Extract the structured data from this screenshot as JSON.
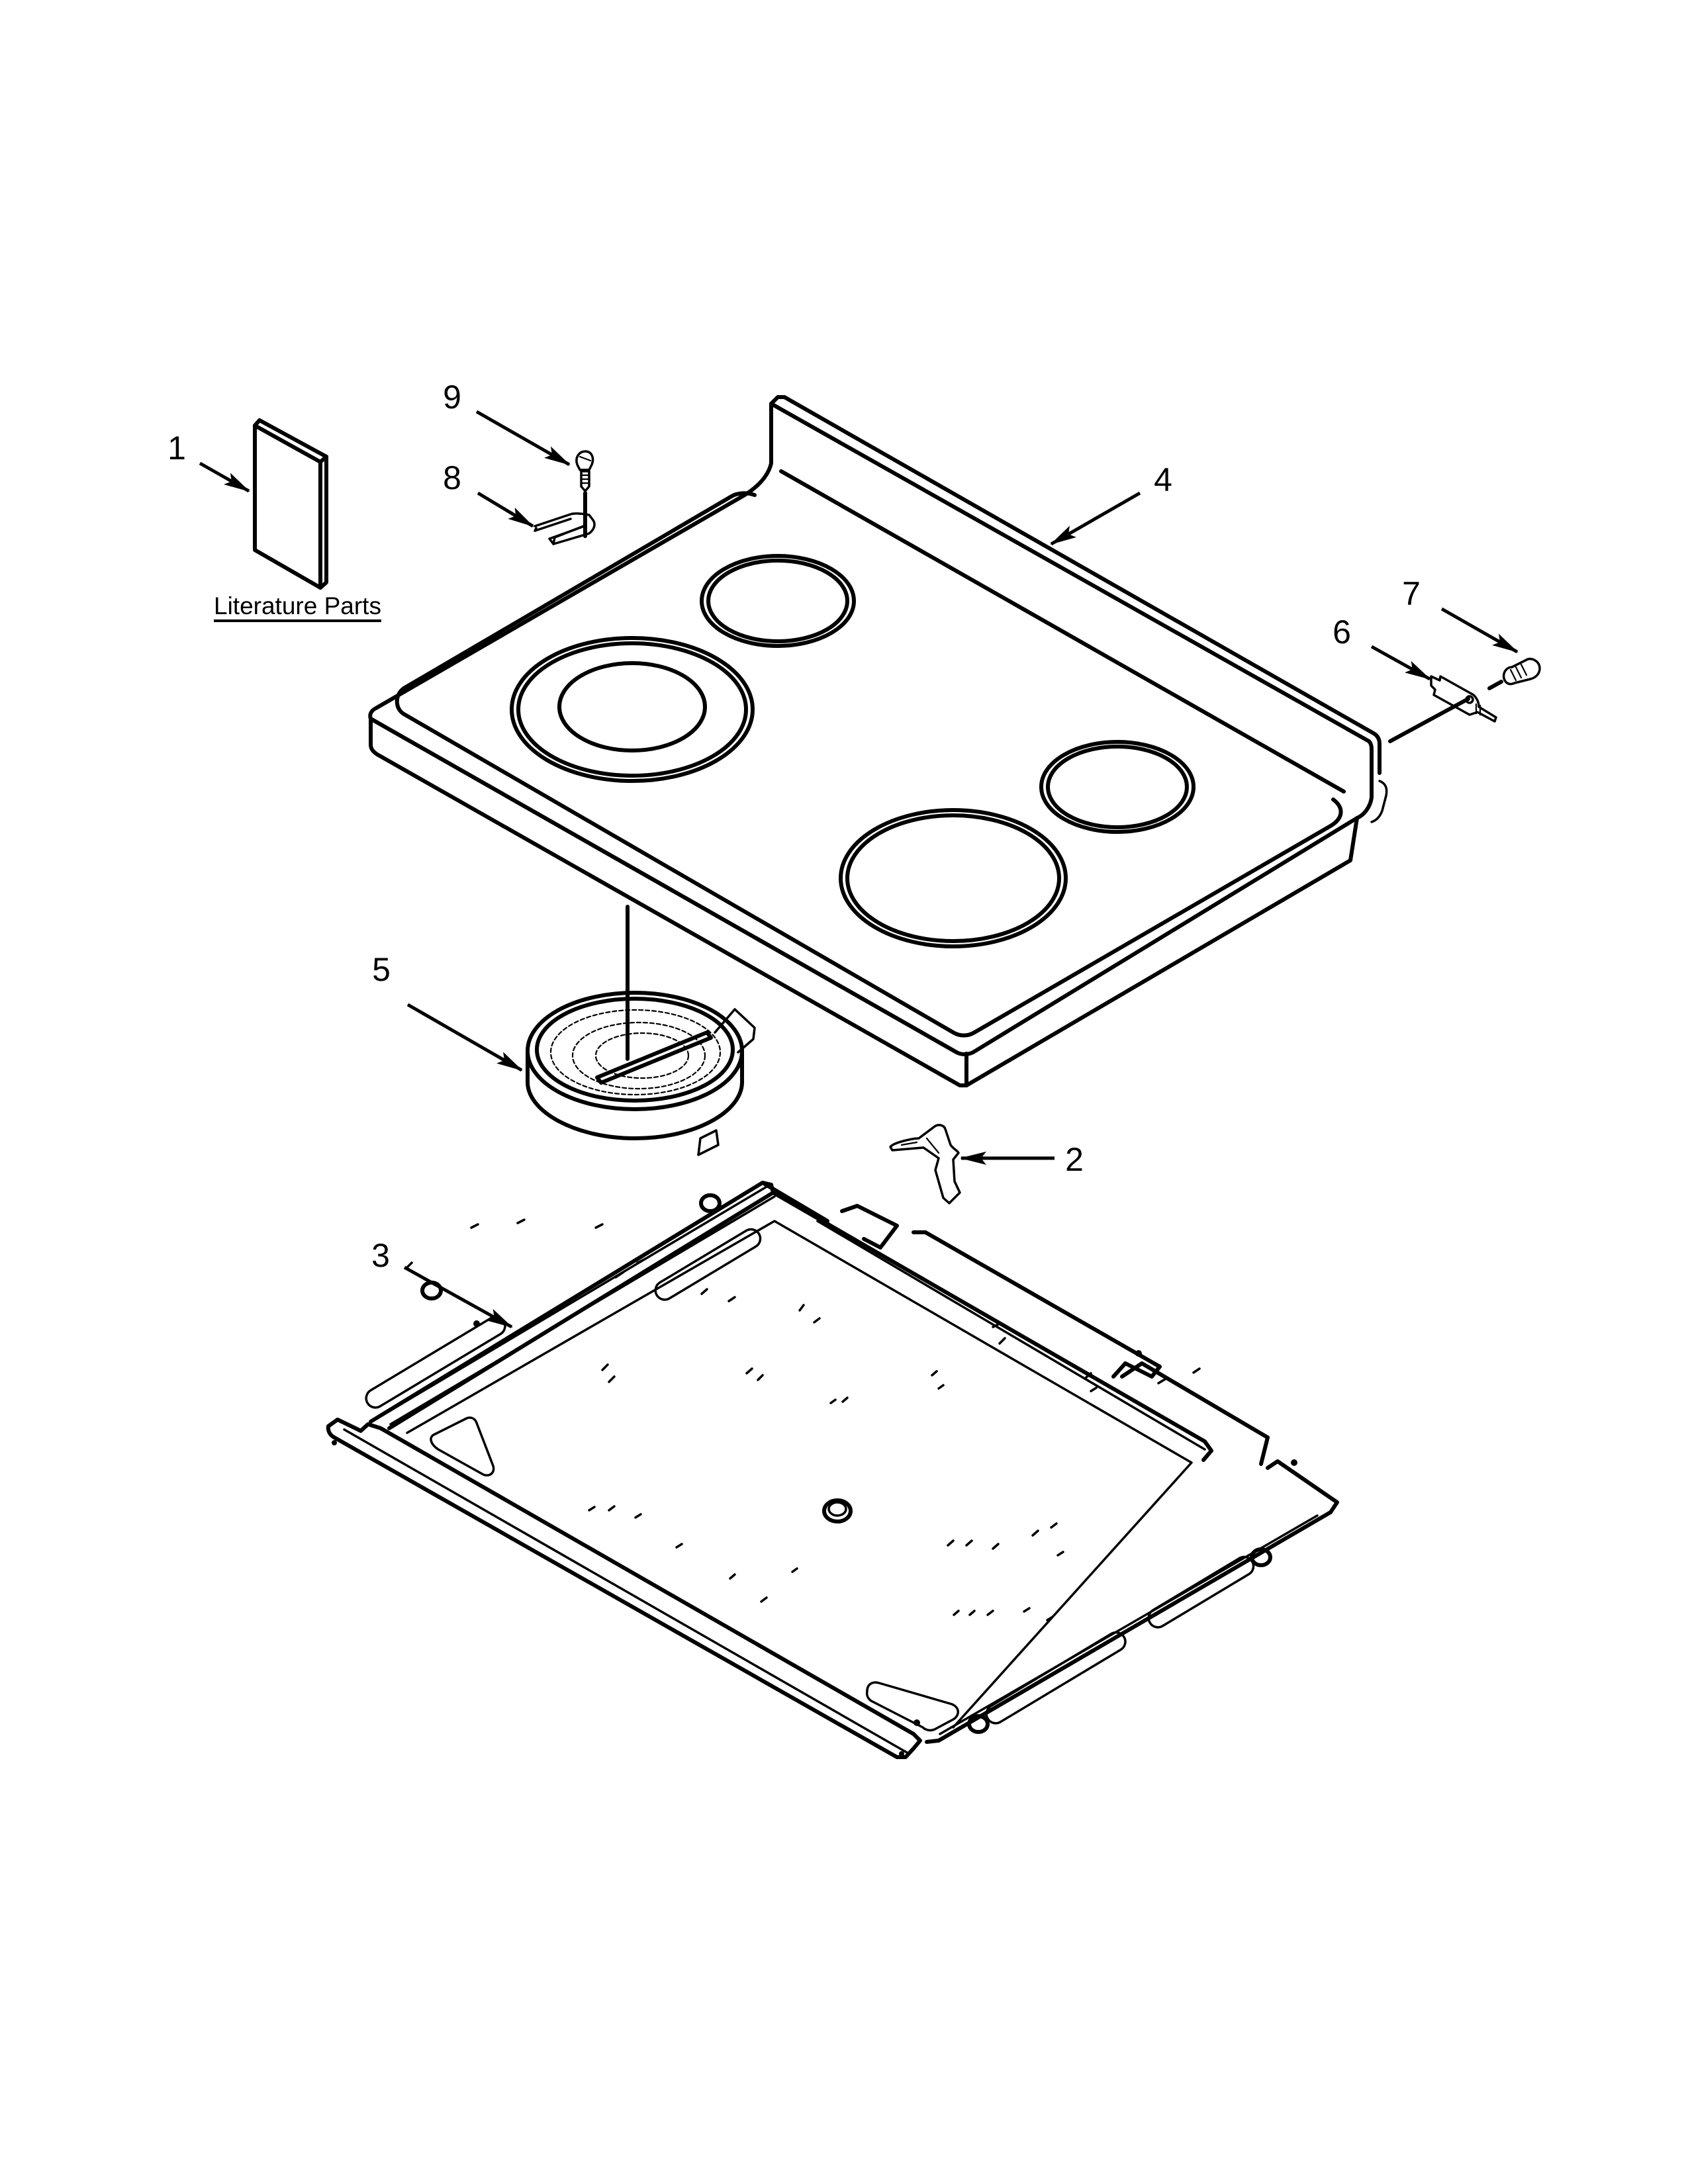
{
  "diagram": {
    "type": "exploded-parts-diagram",
    "subject": "Electric range cooktop assembly",
    "background": "#ffffff",
    "line_color": "#000000"
  },
  "literature": {
    "label": "Literature Parts"
  },
  "callouts": [
    {
      "id": "1",
      "label": "1",
      "part": "literature-booklet"
    },
    {
      "id": "2",
      "label": "2",
      "part": "clip"
    },
    {
      "id": "3",
      "label": "3",
      "part": "burner-box-pan"
    },
    {
      "id": "4",
      "label": "4",
      "part": "cooktop-glass-assembly"
    },
    {
      "id": "5",
      "label": "5",
      "part": "radiant-surface-element"
    },
    {
      "id": "6",
      "label": "6",
      "part": "ground-terminal-bracket"
    },
    {
      "id": "7",
      "label": "7",
      "part": "screw"
    },
    {
      "id": "8",
      "label": "8",
      "part": "hinge-bracket"
    },
    {
      "id": "9",
      "label": "9",
      "part": "screw"
    }
  ]
}
